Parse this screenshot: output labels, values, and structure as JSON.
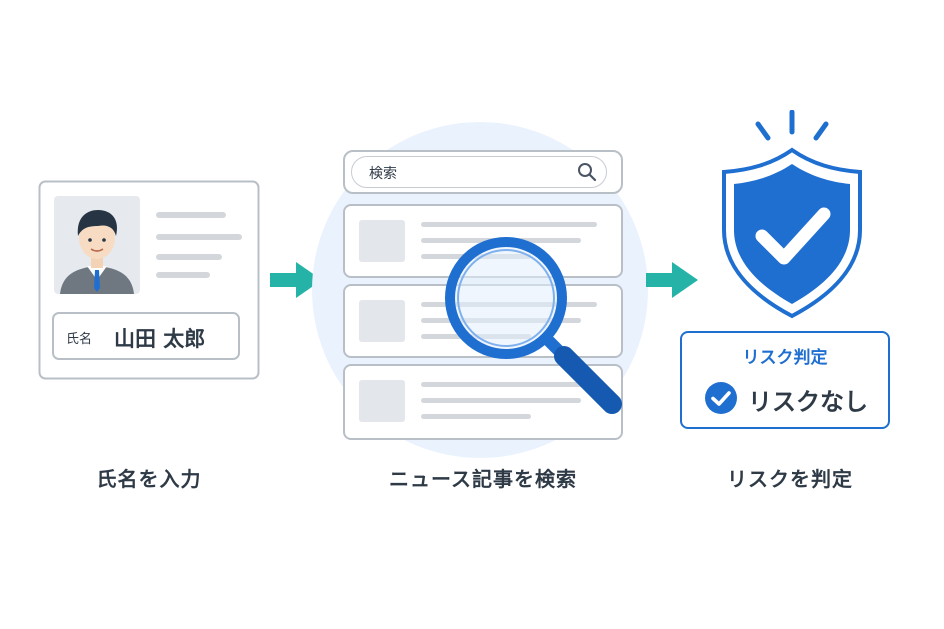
{
  "steps": [
    {
      "caption": "氏名を入力",
      "id_card": {
        "field_label": "氏名",
        "field_value": "山田 太郎"
      }
    },
    {
      "caption": "ニュース記事を検索",
      "search": {
        "placeholder": "検索"
      }
    },
    {
      "caption": "リスクを判定",
      "result": {
        "title": "リスク判定",
        "status": "リスクなし"
      }
    }
  ],
  "colors": {
    "arrow": "#26b3a7",
    "brand_blue": "#1f6fd1",
    "card_border": "#b9bfc7",
    "placeholder_line": "#d3d7dc",
    "glow": "#eaf3fd",
    "text_dark": "#2f3a47"
  },
  "icons": [
    "user-avatar-icon",
    "arrow-right-icon",
    "search-icon",
    "magnifier-icon",
    "shield-check-icon",
    "check-circle-icon"
  ]
}
